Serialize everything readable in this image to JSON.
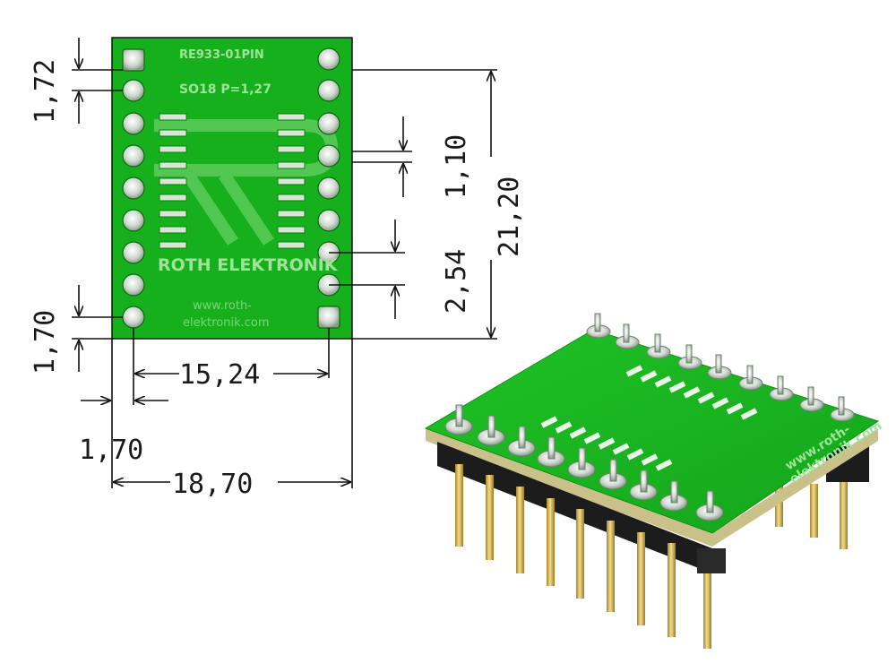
{
  "board": {
    "part_number": "RE933-01PIN",
    "package": "SO18 P=1,27",
    "brand": "ROTH ELEKTRONIK",
    "url_line1": "www.roth-",
    "url_line2": "elektronik.com"
  },
  "dimensions": {
    "pad_offset_top": "1,72",
    "pad_pitch_fine": "1,10",
    "board_height": "21,20",
    "pin_pitch": "2,54",
    "pad_offset_bottom": "1,70",
    "row_spacing": "15,24",
    "edge_offset": "1,70",
    "board_width": "18,70"
  },
  "colors": {
    "pcb": "#19b51f",
    "pcb_dark": "#0f8f16",
    "silk": "#8ee08a",
    "pad": "#d9e4d9",
    "header": "#1c1c1c",
    "pin": "#d8b85a",
    "line": "#111111"
  }
}
